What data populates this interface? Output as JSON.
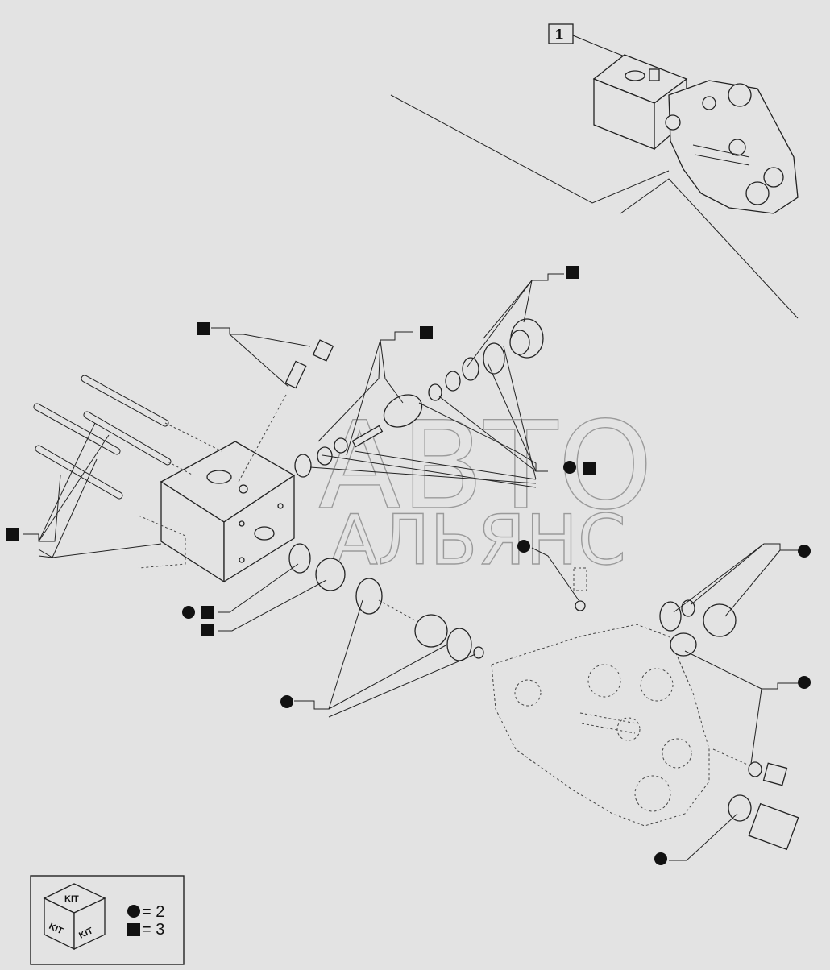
{
  "diagram": {
    "colors": {
      "background": "#e3e3e3",
      "line": "#222222",
      "watermark": "#9a9a9a"
    },
    "reference_label": "1",
    "watermark": {
      "line1": "АВТО",
      "line2": "АЛЬЯНС"
    },
    "legend": {
      "kit_faces": [
        "KIT",
        "KIT",
        "KIT"
      ],
      "circle_qty": "= 2",
      "square_qty": "= 3"
    }
  }
}
